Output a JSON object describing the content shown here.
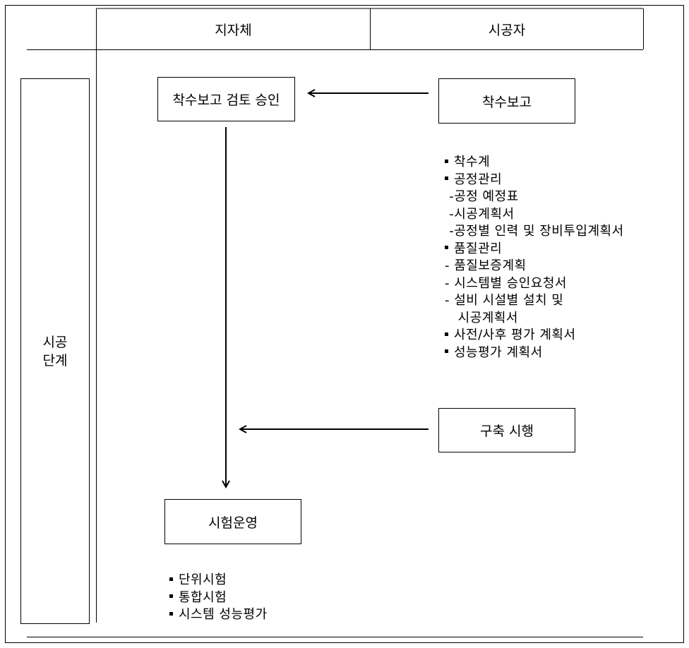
{
  "header": {
    "col_municipality": "지자체",
    "col_contractor": "시공자"
  },
  "stage_label": {
    "line1": "시공",
    "line2": "단계"
  },
  "nodes": {
    "approval": "착수보고 검토 승인",
    "start_report": "착수보고",
    "construction": "구축 시행",
    "test_operation": "시험운영"
  },
  "start_report_items": [
    {
      "bullet": true,
      "text": "착수계"
    },
    {
      "bullet": true,
      "text": "공정관리"
    },
    {
      "bullet": false,
      "text": " -공정 예정표"
    },
    {
      "bullet": false,
      "text": " -시공계획서"
    },
    {
      "bullet": false,
      "text": " -공정별 인력 및 장비투입계획서"
    },
    {
      "bullet": true,
      "text": "품질관리"
    },
    {
      "bullet": false,
      "text": "- 품질보증계획"
    },
    {
      "bullet": false,
      "text": "- 시스템별 승인요청서"
    },
    {
      "bullet": false,
      "text": "- 설비 시설별 설치 및"
    },
    {
      "bullet": false,
      "text": "   시공계획서"
    },
    {
      "bullet": true,
      "text": "사전/사후 평가 계획서"
    },
    {
      "bullet": true,
      "text": "성능평가 계획서"
    }
  ],
  "test_items": [
    {
      "bullet": true,
      "text": "단위시험"
    },
    {
      "bullet": true,
      "text": "통합시험"
    },
    {
      "bullet": true,
      "text": "시스템 성능평가"
    }
  ]
}
